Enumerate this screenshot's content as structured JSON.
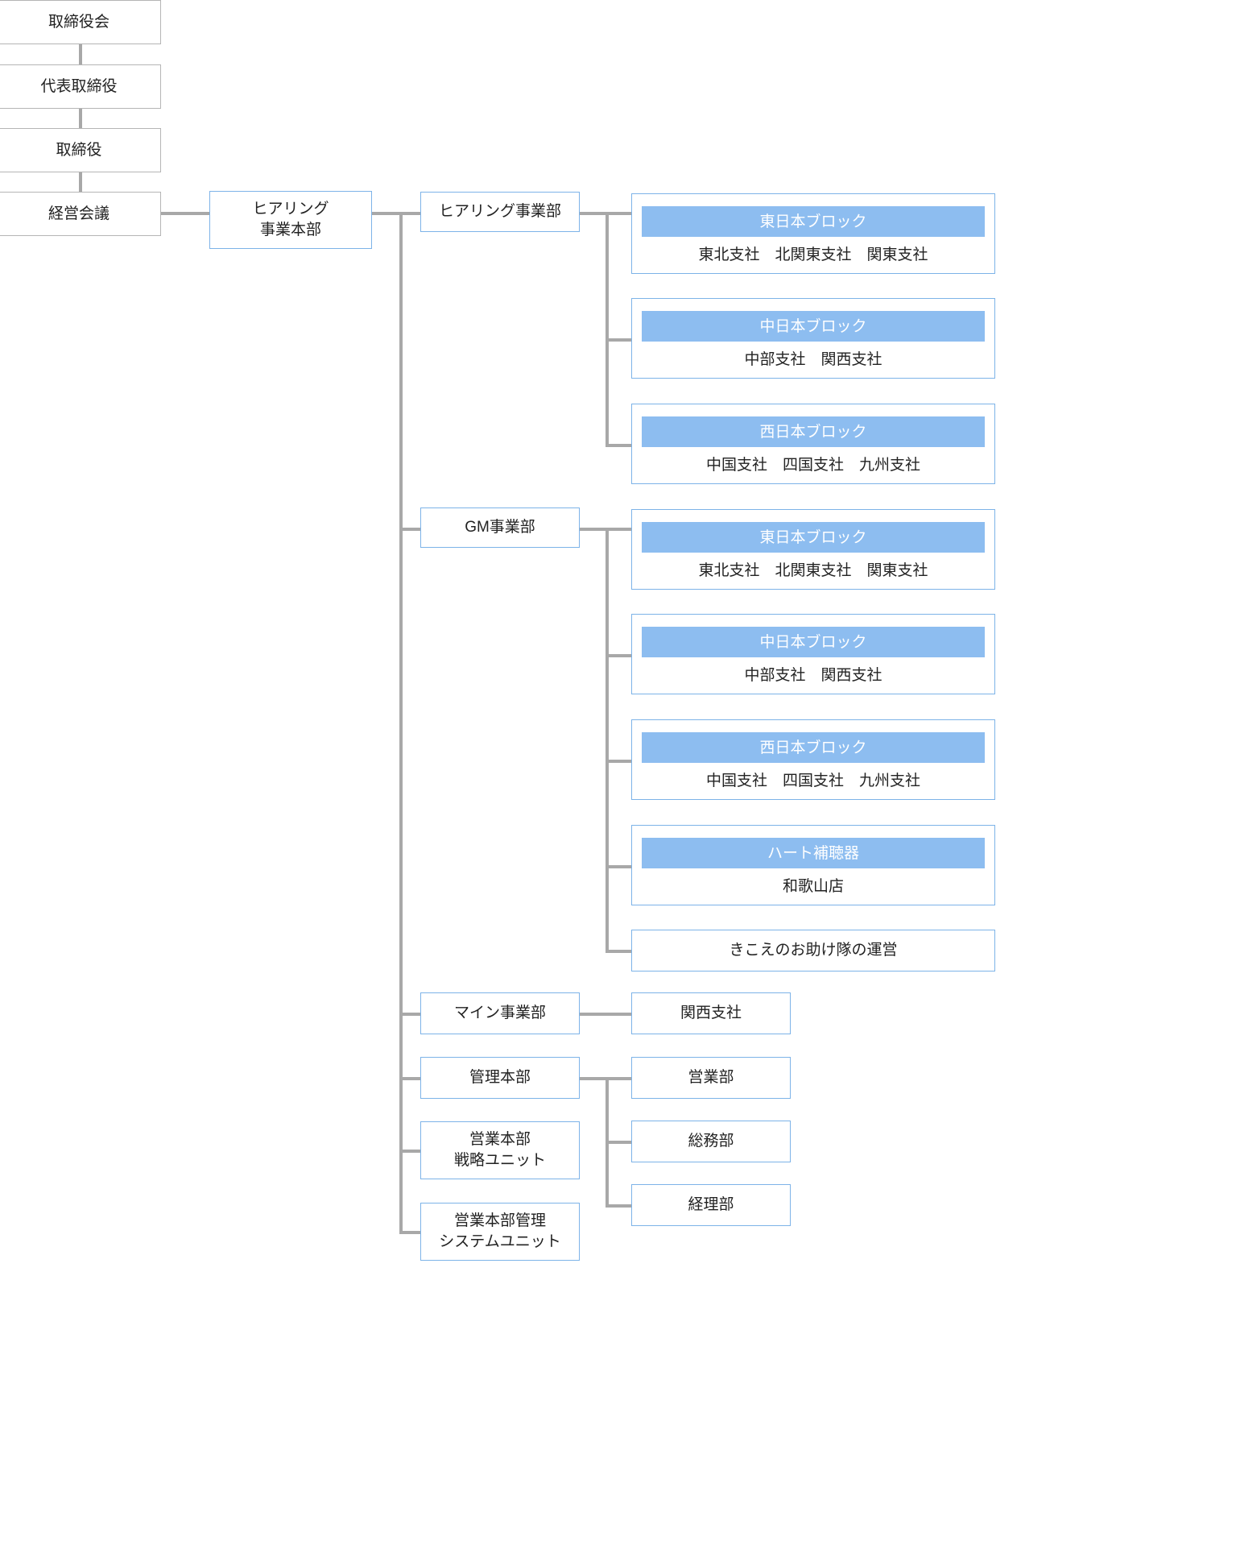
{
  "theme": {
    "accent_blue": "#8dbdf0",
    "border_blue": "#7db3e8",
    "border_gray": "#b5b5b5",
    "line_gray": "#a8a8a8",
    "text_dark": "#222222",
    "header_text": "#ffffff",
    "background": "#ffffff"
  },
  "executive": {
    "items": [
      {
        "label": "取締役会"
      },
      {
        "label": "代表取締役"
      },
      {
        "label": "取締役"
      },
      {
        "label": "経営会議"
      }
    ]
  },
  "headquarters": {
    "label": "ヒアリング\n事業本部"
  },
  "divisions": [
    {
      "id": "hearing",
      "label": "ヒアリング事業部"
    },
    {
      "id": "gm",
      "label": "GM事業部"
    },
    {
      "id": "main",
      "label": "マイン事業部"
    },
    {
      "id": "kanri",
      "label": "管理本部"
    },
    {
      "id": "eigyo-strategy",
      "label": "営業本部\n戦略ユニット"
    },
    {
      "id": "eigyo-system",
      "label": "営業本部管理\nシステムユニット"
    }
  ],
  "hearing_blocks": [
    {
      "header": "東日本ブロック",
      "body": "東北支社　北関東支社　関東支社"
    },
    {
      "header": "中日本ブロック",
      "body": "中部支社　関西支社"
    },
    {
      "header": "西日本ブロック",
      "body": "中国支社　四国支社　九州支社"
    }
  ],
  "gm_blocks": [
    {
      "header": "東日本ブロック",
      "body": "東北支社　北関東支社　関東支社"
    },
    {
      "header": "中日本ブロック",
      "body": "中部支社　関西支社"
    },
    {
      "header": "西日本ブロック",
      "body": "中国支社　四国支社　九州支社"
    },
    {
      "header": "ハート補聴器",
      "body": "和歌山店"
    }
  ],
  "gm_extra": {
    "label": "きこえのお助け隊の運営"
  },
  "main_children": [
    {
      "label": "関西支社"
    }
  ],
  "kanri_children": [
    {
      "label": "営業部"
    },
    {
      "label": "総務部"
    },
    {
      "label": "経理部"
    }
  ]
}
